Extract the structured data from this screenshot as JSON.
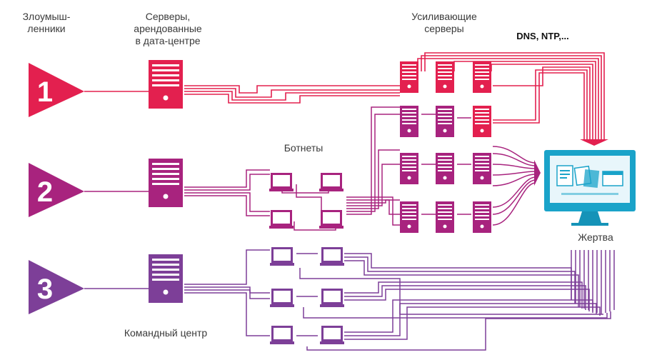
{
  "labels": {
    "attackers_line1": "Злоумыш-",
    "attackers_line2": "ленники",
    "servers_line1": "Серверы,",
    "servers_line2": "арендованные",
    "servers_line3": "в дата-центре",
    "amplifiers_line1": "Усиливающие",
    "amplifiers_line2": "серверы",
    "protocols": "DNS, NTP,...",
    "botnets": "Ботнеты",
    "command_center": "Командный центр",
    "victim": "Жертва"
  },
  "attack_types": [
    {
      "number": "1",
      "color": "#e3204f"
    },
    {
      "number": "2",
      "color": "#a8237e"
    },
    {
      "number": "3",
      "color": "#7d3f98"
    }
  ],
  "colors": {
    "red": "#e3204f",
    "magenta": "#a8237e",
    "purple": "#7d3f98",
    "victim_screen": "#1aa3c9",
    "victim_stand": "#1593b8"
  }
}
